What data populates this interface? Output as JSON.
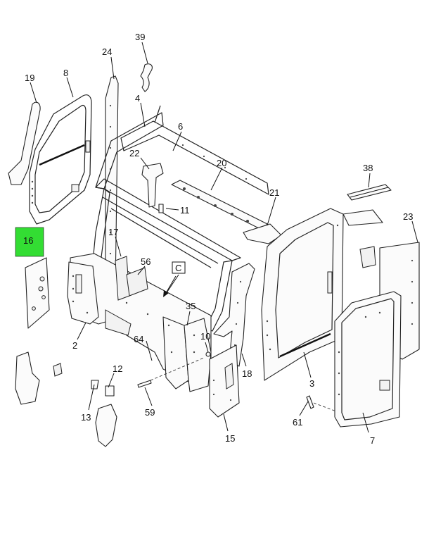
{
  "callouts": {
    "c2": "2",
    "c3": "3",
    "c4": "4",
    "c6": "6",
    "c7": "7",
    "c8": "8",
    "c10": "10",
    "c11": "11",
    "c12": "12",
    "c13": "13",
    "c15": "15",
    "c16": "16",
    "c17": "17",
    "c18": "18",
    "c19": "19",
    "c20": "20",
    "c21": "21",
    "c22": "22",
    "c23": "23",
    "c24": "24",
    "c35": "35",
    "c38": "38",
    "c39": "39",
    "c56": "56",
    "c59": "59",
    "c61": "61",
    "c64": "64"
  },
  "view_marker": "C",
  "highlight": {
    "callout": "16",
    "color": "#33dd33"
  },
  "colors": {
    "line": "#222222",
    "background": "#ffffff"
  }
}
